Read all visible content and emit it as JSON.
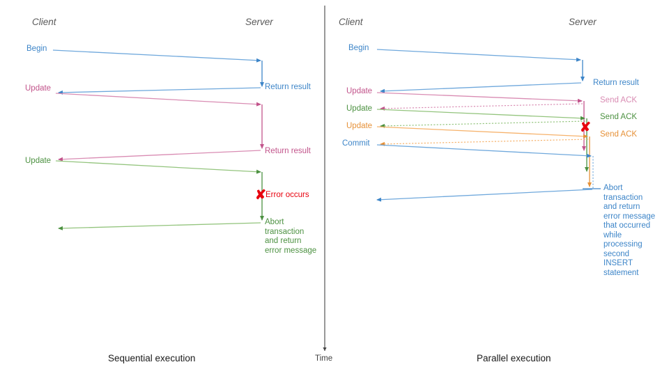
{
  "diagram": {
    "title_left_caption": "Sequential execution",
    "title_right_caption": "Parallel execution",
    "time_axis_label": "Time",
    "error_glyph": "X"
  },
  "colors": {
    "blue": "#3d85c8",
    "blue_light": "#6fa8dc",
    "pink": "#c2548b",
    "pink_light": "#d98cb3",
    "green": "#4c9141",
    "green_light": "#93c47d",
    "orange": "#e69138",
    "orange_light": "#f6b26b",
    "red": "#e8000d",
    "grey": "#595959",
    "axis": "#434343"
  },
  "left_panel": {
    "actors": {
      "client": "Client",
      "server": "Server"
    },
    "messages": [
      {
        "label": "Begin",
        "color": "blue"
      },
      {
        "label": "Return result",
        "color": "blue"
      },
      {
        "label": "Update",
        "color": "pink"
      },
      {
        "label": "Return result",
        "color": "pink"
      },
      {
        "label": "Update",
        "color": "green"
      },
      {
        "label": "Error occurs",
        "color": "red"
      },
      {
        "label": "Abort transaction and return error message",
        "color": "green"
      }
    ]
  },
  "right_panel": {
    "actors": {
      "client": "Client",
      "server": "Server"
    },
    "messages": [
      {
        "label": "Begin",
        "color": "blue"
      },
      {
        "label": "Return result",
        "color": "blue"
      },
      {
        "label": "Update",
        "color": "pink"
      },
      {
        "label": "Send ACK",
        "color": "pink"
      },
      {
        "label": "Update",
        "color": "green"
      },
      {
        "label": "Send ACK",
        "color": "green"
      },
      {
        "label": "Update",
        "color": "orange"
      },
      {
        "label": "Send ACK",
        "color": "orange"
      },
      {
        "label": "Commit",
        "color": "blue"
      },
      {
        "label": "Abort transaction and return error message that occurred while processing second INSERT statement",
        "color": "blue"
      }
    ]
  },
  "text_nodes": {
    "left_client_actor": "Client",
    "left_server_actor": "Server",
    "left_begin": "Begin",
    "left_return_result_1": "Return result",
    "left_update_1": "Update",
    "left_return_result_2": "Return result",
    "left_update_2": "Update",
    "left_error": "Error occurs",
    "left_abort": "Abort\ntransaction\nand return\nerror message",
    "left_caption": "Sequential execution",
    "right_client_actor": "Client",
    "right_server_actor": "Server",
    "right_begin": "Begin",
    "right_return_result": "Return result",
    "right_update_1": "Update",
    "right_send_ack_1": "Send ACK",
    "right_update_2": "Update",
    "right_send_ack_2": "Send ACK",
    "right_update_3": "Update",
    "right_send_ack_3": "Send ACK",
    "right_commit": "Commit",
    "right_abort": "Abort\ntransaction\nand return\nerror message\nthat occurred\nwhile\nprocessing\nsecond\nINSERT\nstatement",
    "right_caption": "Parallel execution",
    "time_label": "Time"
  }
}
